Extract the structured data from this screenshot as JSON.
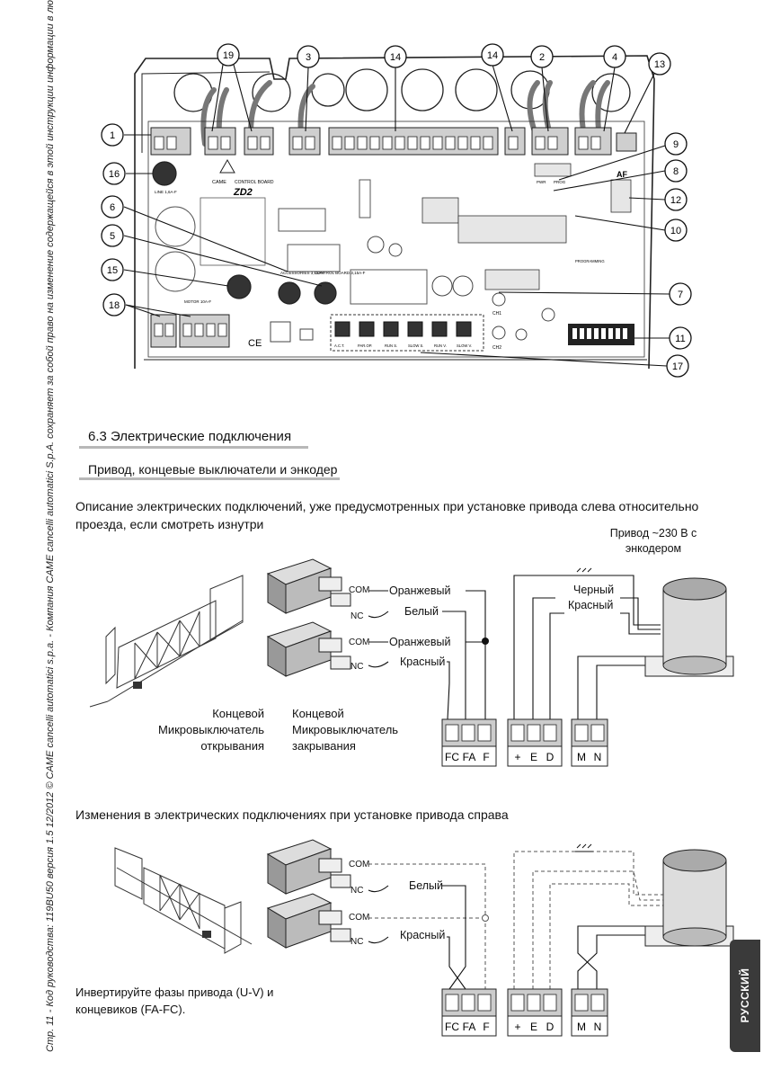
{
  "side_caption": "Стр. 11 - Код руководства: 119BU50 версия 1.5 12/2012 © CAME cancelli automatici s.p.a. - Компания CAME cancelli automatici S.p.A. сохраняет за собой право на изменение содержащейся в этой инструкции информации в любое время и без предварительного уведомления.",
  "board": {
    "callouts": [
      "1",
      "19",
      "3",
      "14",
      "14",
      "2",
      "4",
      "13",
      "9",
      "8",
      "12",
      "10",
      "16",
      "6",
      "5",
      "15",
      "7",
      "18",
      "11",
      "17"
    ],
    "silk": {
      "model": "ZD2",
      "brand": "CAME",
      "control_board": "CONTROL BOARD",
      "line_fuse": "LINE 1,6A-F",
      "accessories_fuse": "ACCESSORIES 3,15A-F",
      "control_fuse": "CONTROL BOARD 3,15A-F",
      "motor_fuse": "MOTOR 10A-F",
      "af": "AF",
      "pwr": "PWR",
      "prog": "PROG",
      "programming": "PROGRAMMING",
      "ch1": "CH1",
      "ch2": "CH2",
      "ce": "CE",
      "trim": [
        "A.C.T.",
        "PAR.OP.",
        "RUN S.",
        "SLOW S.",
        "RUN V.",
        "SLOW V."
      ]
    }
  },
  "section": {
    "heading": "6.3 Электрические подключения",
    "subheading": "Привод, концевые выключатели и энкодер",
    "desc_left": "Описание электрических подключений, уже предусмотренных при установке привода слева относительно проезда, если смотреть изнутри",
    "desc_right": "Изменения в электрических подключениях при установке привода справа",
    "invert_note": "Инвертируйте фазы привода (U-V) и концевиков (FA-FC)."
  },
  "diagram_left": {
    "motor_label": "Привод ~230 В с энкодером",
    "com": "COM",
    "nc": "NC",
    "wire_orange": "Оранжевый",
    "wire_white": "Белый",
    "wire_red": "Красный",
    "wire_black": "Черный",
    "limit_open": "Концевой Микровыключатель открывания",
    "limit_close": "Концевой Микровыключатель закрывания",
    "terminals_1": [
      "FC",
      "FA",
      "F"
    ],
    "terminals_2": [
      "+",
      "E",
      "D"
    ],
    "terminals_3": [
      "M",
      "N"
    ]
  },
  "diagram_right": {
    "com": "COM",
    "nc": "NC",
    "wire_white": "Белый",
    "wire_red": "Красный",
    "terminals_1": [
      "FC",
      "FA",
      "F"
    ],
    "terminals_2": [
      "+",
      "E",
      "D"
    ],
    "terminals_3": [
      "M",
      "N"
    ]
  },
  "tab_label": "РУССКИЙ"
}
